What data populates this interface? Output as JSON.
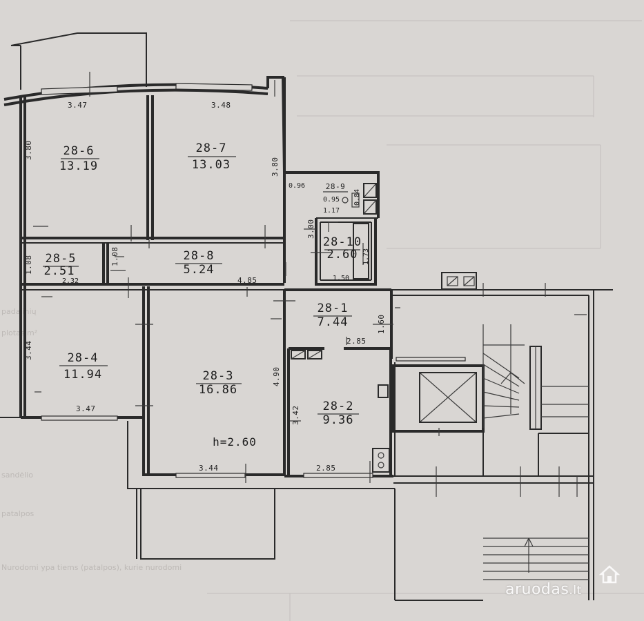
{
  "rooms": [
    {
      "id": "r6",
      "code": "28-6",
      "area": "13.19"
    },
    {
      "id": "r7",
      "code": "28-7",
      "area": "13.03"
    },
    {
      "id": "r5",
      "code": "28-5",
      "area": "2.51"
    },
    {
      "id": "r8",
      "code": "28-8",
      "area": "5.24"
    },
    {
      "id": "r4",
      "code": "28-4",
      "area": "11.94"
    },
    {
      "id": "r3",
      "code": "28-3",
      "area": "16.86"
    },
    {
      "id": "r1",
      "code": "28-1",
      "area": "7.44"
    },
    {
      "id": "r2",
      "code": "28-2",
      "area": "9.36"
    },
    {
      "id": "r9",
      "code": "28-9",
      "area": ""
    },
    {
      "id": "r10",
      "code": "28-10",
      "area": "2.60"
    }
  ],
  "dimensions": {
    "d_347_top": "3.47",
    "d_348_top": "3.48",
    "d_380_left": "3.80",
    "d_380_right": "3.80",
    "d_096": "0.96",
    "d_095": "0.95",
    "d_084": "0.84",
    "d_117": "1.17",
    "d_300": "3.00",
    "d_173": "1.73",
    "d_150": "1.50",
    "d_108_a": "1.08",
    "d_108_b": "1.08",
    "d_232": "2.32",
    "d_485": "4.85",
    "d_160": "1.60",
    "d_285_top": "2.85",
    "d_344_left": "3.44",
    "d_347_bottom": "3.47",
    "d_490": "4.90",
    "d_342": "3.42",
    "d_344_bottom": "3.44",
    "d_285_bottom": "2.85"
  },
  "height_label": "h=2.60",
  "watermark": {
    "brand": "aruodas",
    "tld": ".lt"
  },
  "background_form_text": [
    "padalinių",
    "plotas m²",
    "sandėlio",
    "patalpos",
    "Nurodomi ypa tiems (patalpos), kurie nurodomi"
  ]
}
